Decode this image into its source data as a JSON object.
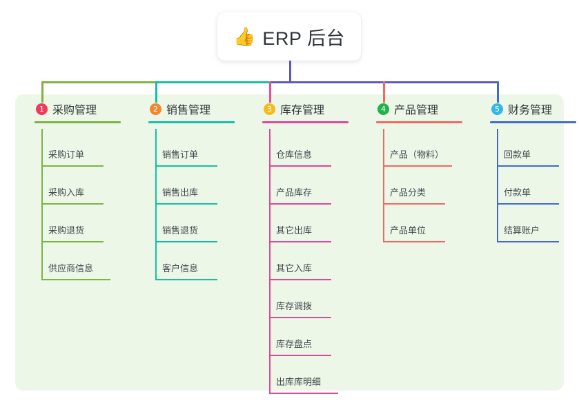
{
  "root": {
    "icon": "thumbs-up-icon",
    "icon_glyph": "👍",
    "title": "ERP 后台"
  },
  "theme": {
    "panel_bg": "#edf7e8",
    "page_bg": "#ffffff",
    "card_bg": "#ffffff",
    "title_color": "#2f3338",
    "leaf_color": "#43484e",
    "root_stem": "#5b57c4"
  },
  "bus": {
    "segments": [
      {
        "name": "bus-green",
        "color": "#7cb342"
      },
      {
        "name": "bus-teal",
        "color": "#13bfa6"
      },
      {
        "name": "bus-blue",
        "color": "#5b57c4"
      }
    ]
  },
  "columns": [
    {
      "index": "1",
      "title": "采购管理",
      "badge_color": "#ef3a5d",
      "rule_color": "#7cb342",
      "drop_color": "#7cb342",
      "leaves": [
        "采购订单",
        "采购入库",
        "采购退货",
        "供应商信息"
      ]
    },
    {
      "index": "2",
      "title": "销售管理",
      "badge_color": "#f5862e",
      "rule_color": "#13bfa6",
      "drop_color": "#13bfa6",
      "leaves": [
        "销售订单",
        "销售出库",
        "销售退货",
        "客户信息"
      ]
    },
    {
      "index": "3",
      "title": "库存管理",
      "badge_color": "#f7bb1e",
      "rule_color": "#e0479e",
      "drop_color": "#ee4d9b",
      "leaves": [
        "仓库信息",
        "产品库存",
        "其它出库",
        "其它入库",
        "库存调拨",
        "库存盘点",
        "出库库明细"
      ]
    },
    {
      "index": "4",
      "title": "产品管理",
      "badge_color": "#20b24b",
      "rule_color": "#f4695f",
      "drop_color": "#f4695f",
      "leaves": [
        "产品（物料）",
        "产品分类",
        "产品单位"
      ]
    },
    {
      "index": "5",
      "title": "财务管理",
      "badge_color": "#33b6e8",
      "rule_color": "#4169d8",
      "drop_color": "#4169d8",
      "leaves": [
        "回款单",
        "付款单",
        "结算账户"
      ]
    }
  ]
}
